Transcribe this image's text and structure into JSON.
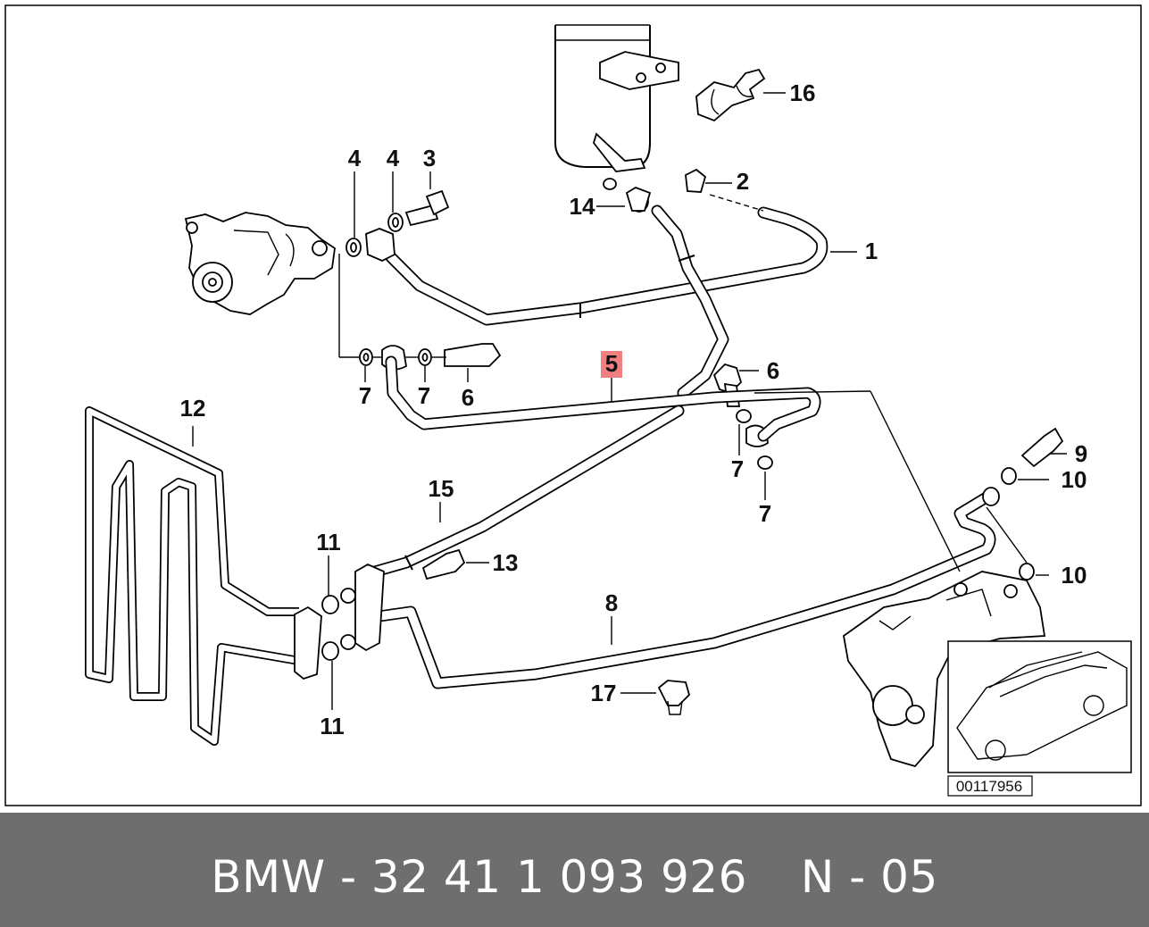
{
  "callouts": [
    "1",
    "2",
    "3",
    "4",
    "4",
    "5",
    "6",
    "6",
    "7",
    "7",
    "7",
    "7",
    "8",
    "9",
    "10",
    "10",
    "11",
    "11",
    "12",
    "13",
    "14",
    "15",
    "16",
    "17"
  ],
  "highlight_color": "#f08080",
  "diagram_id": "00117956",
  "footer": {
    "part_text": "BMW - 32 41 1 093 926",
    "ref_text": "N - 05"
  },
  "colors": {
    "footer_bg": "#6e6e6e",
    "footer_text": "#ffffff"
  }
}
